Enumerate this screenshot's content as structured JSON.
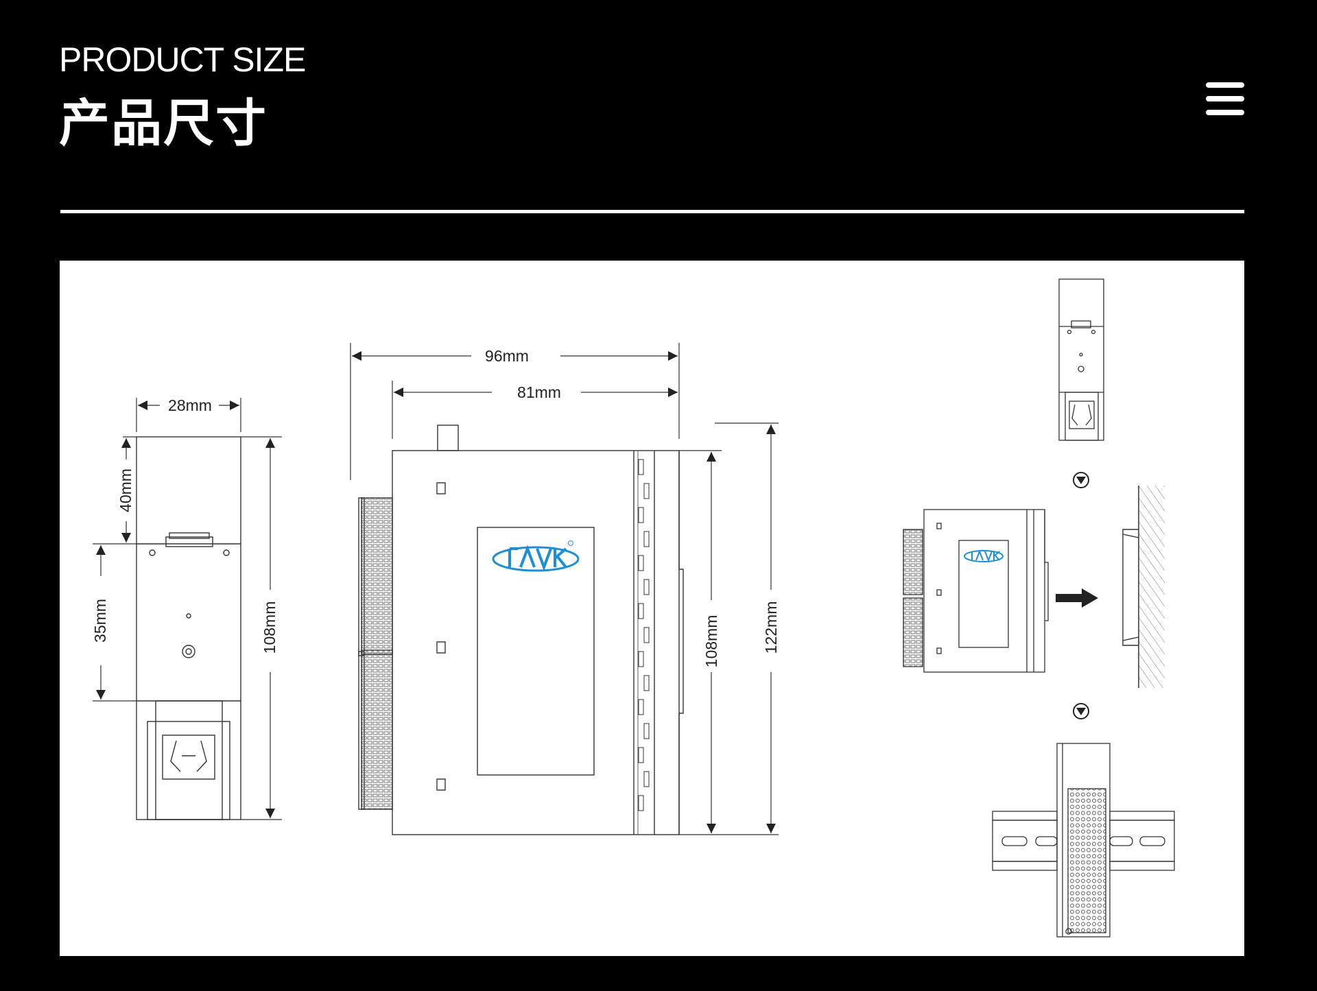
{
  "header": {
    "title_en": "PRODUCT SIZE",
    "title_cn": "产品尺寸",
    "menu_icon": "hamburger-menu-icon"
  },
  "drawing": {
    "side_view": {
      "width_label": "28mm",
      "top_label": "40mm",
      "rail_label": "35mm",
      "height_label": "108mm"
    },
    "front_view": {
      "overall_width_label": "96mm",
      "body_width_label": "81mm",
      "body_height_label": "108mm",
      "overall_height_label": "122mm"
    },
    "installation": {
      "step_icon": "down-arrow-circle-icon",
      "push_icon": "right-arrow-icon"
    },
    "colors": {
      "logo_blue": "#1e8fd6",
      "line": "#333333"
    }
  }
}
